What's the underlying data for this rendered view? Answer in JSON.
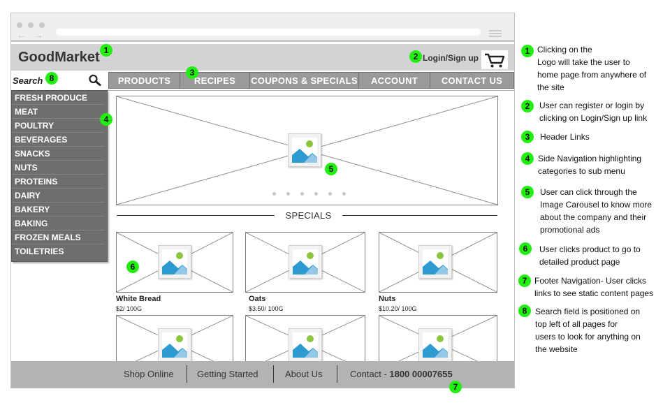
{
  "header": {
    "logo": "GoodMarket",
    "login": "Login/Sign up"
  },
  "search": {
    "label": "Search"
  },
  "nav": {
    "items": [
      "PRODUCTS",
      "RECIPES",
      "COUPONS & SPECIALS",
      "ACCOUNT",
      "CONTACT US"
    ]
  },
  "sidebar": {
    "items": [
      "FRESH PRODUCE",
      "MEAT",
      "POULTRY",
      "BEVERAGES",
      "SNACKS",
      "NUTS",
      "PROTEINS",
      "DAIRY",
      "BAKERY",
      "BAKING",
      "FROZEN MEALS",
      "TOILETRIES"
    ]
  },
  "specials": {
    "title": "SPECIALS",
    "products": [
      {
        "name": "White Bread",
        "price": "$2/ 100G"
      },
      {
        "name": "Oats",
        "price": "$3.50/ 100G"
      },
      {
        "name": "Nuts",
        "price": "$10.20/ 100G"
      }
    ]
  },
  "footer": {
    "shop": "Shop Online",
    "started": "Getting Started",
    "about": "About Us",
    "contact_prefix": "Contact - ",
    "contact_number": "1800 00007655"
  },
  "callouts": {
    "numbers": [
      "1",
      "2",
      "3",
      "4",
      "5",
      "6",
      "7",
      "8"
    ],
    "notes": [
      "Clicking on the\nLogo will take the user to\nhome page from anywhere of\n the site",
      "User can register or login by\nclicking on Login/Sign up link",
      "Header Links",
      "Side Navigation highlighting\ncategories to sub menu",
      "User can click through the\nImage Carousel to know more\nabout the company and their\npromotional ads",
      "User clicks product to go to\ndetailed product page",
      "Footer Navigation- User clicks\nlinks to see static content pages",
      "Search field is positioned on\ntop left of all pages for\nusers to look for anything on\nthe website"
    ]
  },
  "colors": {
    "badge": "#22ee11",
    "sidebar": "#6e6e6e",
    "navbar": "#9a9a9a",
    "header": "#d3d3d3",
    "footer": "#b3b3b3",
    "image_icon_blue": "#2d9ad1",
    "image_icon_green": "#8cc63e"
  },
  "icons": {
    "search": "search-icon",
    "cart": "cart-icon",
    "image": "image-placeholder-icon"
  }
}
